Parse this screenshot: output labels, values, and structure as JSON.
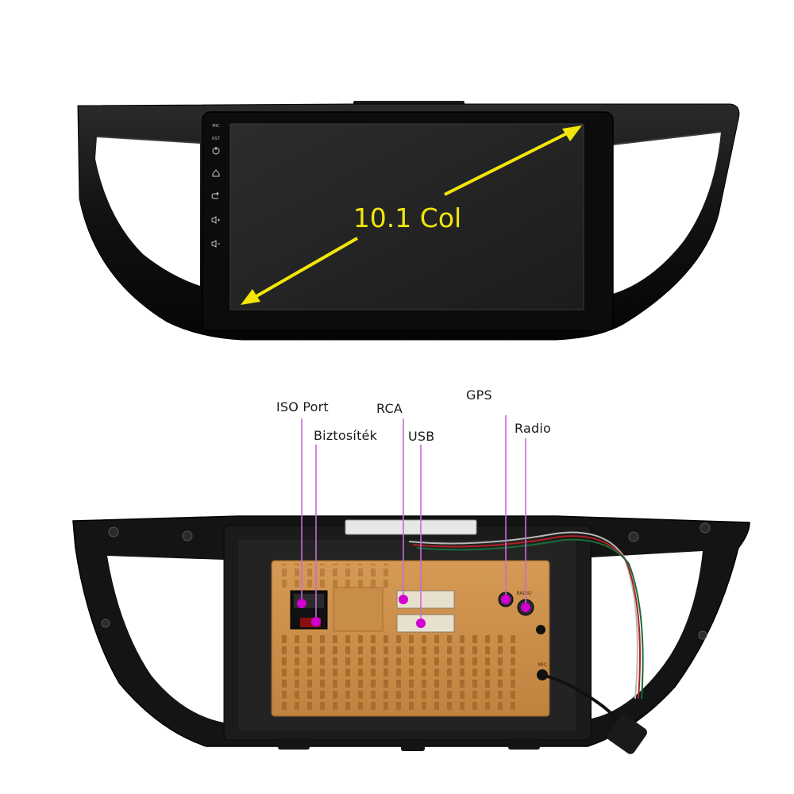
{
  "screen": {
    "size_label": "10.1 Col",
    "side_buttons": [
      "MIC",
      "RST"
    ]
  },
  "callouts": {
    "iso_port": "ISO Port",
    "fuse": "Biztosíték",
    "rca": "RCA",
    "usb": "USB",
    "gps": "GPS",
    "radio": "Radio"
  },
  "chassis": {
    "port_labels": [
      "RADIO",
      "MIC"
    ]
  },
  "colors": {
    "arrow": "#f2e60a",
    "callout_marker": "#d100d1",
    "callout_line": "#c86bd8",
    "chassis": "#c98d4a",
    "frame": "#111111",
    "screen": "#242424"
  },
  "icons": [
    "power-icon",
    "home-icon",
    "back-icon",
    "volume-up-icon",
    "volume-down-icon"
  ]
}
